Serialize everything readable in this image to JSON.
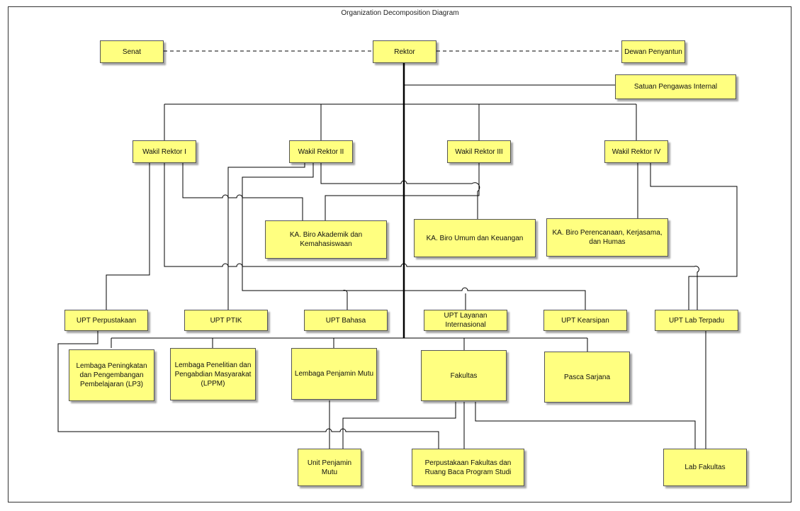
{
  "title": "Organization Decomposition Diagram",
  "colors": {
    "box_fill": "#ffff80",
    "line": "#000000"
  },
  "units": {
    "senat": "Senat",
    "rektor": "Rektor",
    "dewan": "Dewan Penyantun",
    "spi": "Satuan Pengawas Internal",
    "wr1": "Wakil Rektor I",
    "wr2": "Wakil Rektor II",
    "wr3": "Wakil Rektor III",
    "wr4": "Wakil Rektor IV",
    "biro_akademik": "KA. Biro Akademik dan Kemahasiswaan",
    "biro_umum": "KA. Biro Umum dan Keuangan",
    "biro_perencanaan": "KA. Biro Perencanaan, Kerjasama, dan Humas",
    "upt_perpustakaan": "UPT Perpustakaan",
    "upt_ptik": "UPT PTIK",
    "upt_bahasa": "UPT Bahasa",
    "upt_layanan": "UPT Layanan Internasional",
    "upt_kearsipan": "UPT Kearsipan",
    "upt_lab": "UPT Lab Terpadu",
    "lp3": "Lembaga Peningkatan dan Pengembangan Pembelajaran (LP3)",
    "lppm": "Lembaga Penelitian dan Pengabdian Masyarakat (LPPM)",
    "lpm": "Lembaga Penjamin Mutu",
    "fakultas": "Fakultas",
    "pasca": "Pasca Sarjana",
    "upm": "Unit Penjamin Mutu",
    "perpus_fakultas": "Perpustakaan Fakultas dan Ruang Baca Program Studi",
    "lab_fakultas": "Lab Fakultas"
  }
}
